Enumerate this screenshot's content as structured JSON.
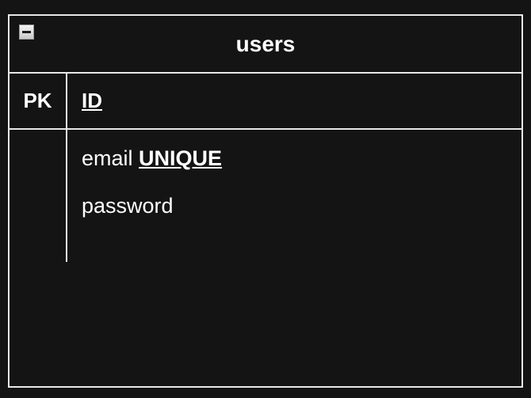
{
  "entity": {
    "name": "users",
    "collapse_icon": "minus-box-icon",
    "primary_key": {
      "key_label": "PK",
      "field": "ID"
    },
    "attributes": [
      {
        "name": "email",
        "modifier": "UNIQUE"
      },
      {
        "name": "password"
      }
    ]
  }
}
